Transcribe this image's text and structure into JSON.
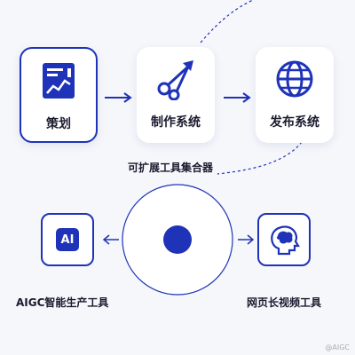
{
  "cards": [
    {
      "label": "策划",
      "icon": "chart-document-icon",
      "active": true
    },
    {
      "label": "制作系统",
      "icon": "scissors-arrow-icon",
      "active": false
    },
    {
      "label": "发布系统",
      "icon": "globe-icon",
      "active": false
    }
  ],
  "captions": {
    "toolset": "可扩展工具集合器",
    "aigc": "AIGC智能生产工具",
    "video": "网页长视频工具"
  },
  "tools": {
    "aigc_badge": "AI",
    "video_icon": "brain-head-icon"
  },
  "colors": {
    "accent": "#1e33b8",
    "card_bg": "#ffffff",
    "page_bg": "#f6f7fb"
  },
  "watermark": "@AIGC"
}
